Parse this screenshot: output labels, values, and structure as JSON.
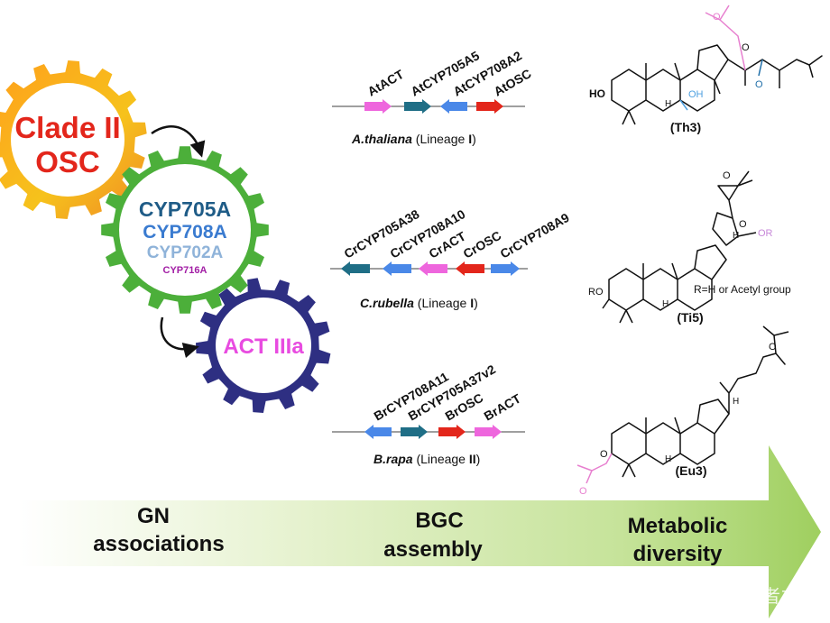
{
  "gears": {
    "clade": {
      "line1": "Clade II",
      "line2": "OSC"
    },
    "cyp": {
      "line1": "CYP705A",
      "line2": "CYP708A",
      "line3": "CYP702A",
      "line4": "CYP716A"
    },
    "act": {
      "label": "ACT IIIa"
    }
  },
  "clusters": {
    "thaliana": {
      "genes": [
        "AtACT",
        "AtCYP705A5",
        "AtCYP708A2",
        "AtOSC"
      ],
      "species": "A.thaliana",
      "lineage": " (Lineage ",
      "lineage_num": "I",
      "close": ")"
    },
    "rubella": {
      "genes": [
        "CrCYP705A38",
        "CrCYP708A10",
        "CrACT",
        "CrOSC",
        "CrCYP708A9"
      ],
      "species": "C.rubella",
      "lineage": " (Lineage ",
      "lineage_num": "I",
      "close": ")"
    },
    "rapa": {
      "genes": [
        "BrCYP708A11",
        "BrCYP705A37v2",
        "BrOSC",
        "BrACT"
      ],
      "species": "B.rapa",
      "lineage": " (Lineage ",
      "lineage_num": "II",
      "close": ")"
    }
  },
  "molecules": {
    "th3": {
      "label": "(Th3)",
      "ho": "HO",
      "oh": "OH",
      "h": "H",
      "o1": "O",
      "o2": "O",
      "o3": "O"
    },
    "ti5": {
      "label": "(Ti5)",
      "note": "R=H or Acetyl group",
      "ro": "RO",
      "or": "OR",
      "h1": "H",
      "h2": "H",
      "o1": "O",
      "o2": "O"
    },
    "eu3": {
      "label": "(Eu3)",
      "h1": "H",
      "h2": "H",
      "o1": "O",
      "o2": "O",
      "o3": "O"
    }
  },
  "banner": {
    "gn_line1": "GN",
    "gn_line2": "associations",
    "bgc_line1": "BGC",
    "bgc_line2": "assembly",
    "met_line1": "Metabolic",
    "met_line2": "diversity"
  },
  "watermark": "知乎 @强者之心",
  "colors": {
    "magenta": "#ee66dd",
    "teal": "#1f6e86",
    "blue": "#4a88e8",
    "red": "#e3261b",
    "act_text": "#e84be0",
    "cyp_dark": "#1f5c87",
    "cyp_mid": "#3a7bd0",
    "cyp_light": "#8fb3d9",
    "cyp716": "#a21ea5",
    "gear_green": "#4caf3a",
    "gear_navy": "#2e2f82"
  }
}
